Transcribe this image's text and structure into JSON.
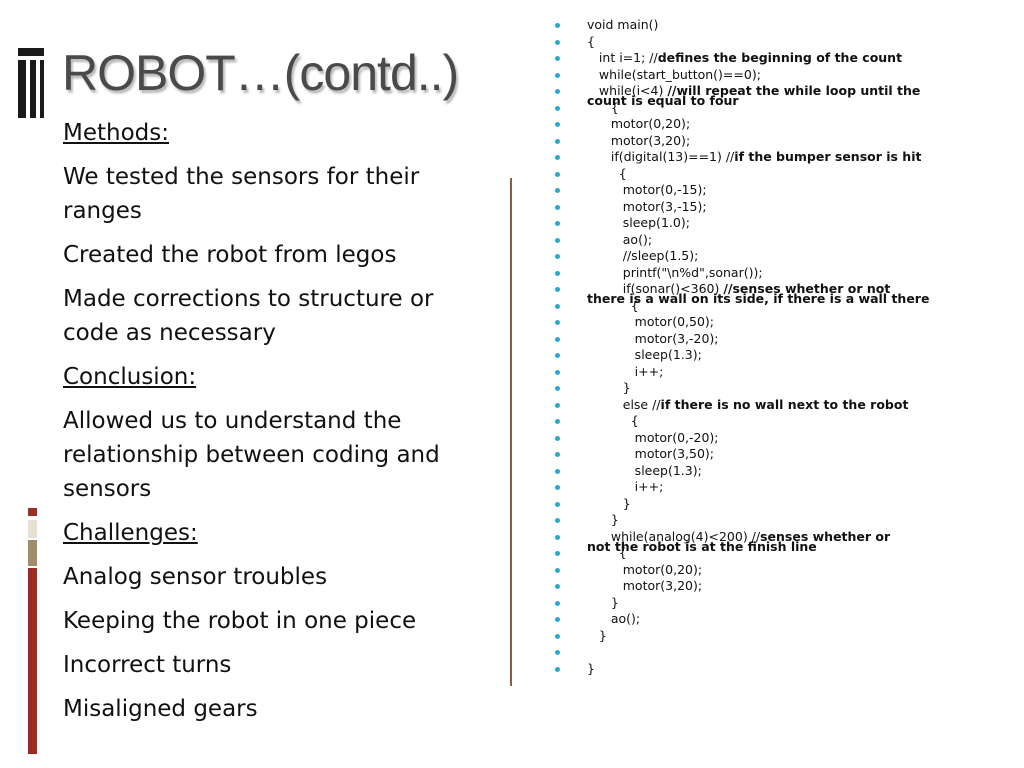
{
  "slide": {
    "title": "ROBOT…(contd..)",
    "accent_colors": {
      "dark_red": "#9b2d24",
      "tan": "#a08e6a",
      "beige": "#e6e0d2",
      "bullet": "#28a8cc",
      "divider": "#8e5a48"
    }
  },
  "left_panel": {
    "items": [
      {
        "text": "Methods:",
        "heading": true
      },
      {
        "text": "We  tested the sensors for their ranges",
        "heading": false
      },
      {
        "text": "Created the robot from legos",
        "heading": false
      },
      {
        "text": "Made corrections to structure or code as necessary",
        "heading": false
      },
      {
        "text": "Conclusion:",
        "heading": true
      },
      {
        "text": "Allowed us to understand the relationship between coding and sensors",
        "heading": false
      },
      {
        "text": "Challenges:",
        "heading": true
      },
      {
        "text": "Analog sensor troubles",
        "heading": false
      },
      {
        "text": "Keeping the robot in one piece",
        "heading": false
      },
      {
        "text": "Incorrect turns",
        "heading": false
      },
      {
        "text": "Misaligned gears",
        "heading": false
      }
    ]
  },
  "code_lines": [
    {
      "code": "void main()"
    },
    {
      "code": "{"
    },
    {
      "code": "   int i=1; //",
      "comment": "defines the beginning of the count"
    },
    {
      "code": "   while(start_button()==0);"
    },
    {
      "code": "   while(i<4) ",
      "comment": "//will repeat the while loop until the",
      "wrap": "count is equal to four"
    },
    {
      "code": "      {"
    },
    {
      "code": "      motor(0,20);"
    },
    {
      "code": "      motor(3,20);"
    },
    {
      "code": "      if(digital(13)==1) //",
      "comment": "if the bumper sensor is hit"
    },
    {
      "code": "        {"
    },
    {
      "code": "         motor(0,-15);"
    },
    {
      "code": "         motor(3,-15);"
    },
    {
      "code": "         sleep(1.0);"
    },
    {
      "code": "         ao();"
    },
    {
      "code": "         //sleep(1.5);"
    },
    {
      "code": "         printf(\"\\n%d\",sonar());"
    },
    {
      "code": "         if(sonar()<360) ",
      "comment": "//senses whether or not",
      "wrap": "there is a wall on its side, if there is a wall there"
    },
    {
      "code": "           {"
    },
    {
      "code": "            motor(0,50);"
    },
    {
      "code": "            motor(3,-20);"
    },
    {
      "code": "            sleep(1.3);"
    },
    {
      "code": "            i++;"
    },
    {
      "code": "         }"
    },
    {
      "code": "         else //",
      "comment": "if there is no wall next to the robot"
    },
    {
      "code": "           {"
    },
    {
      "code": "            motor(0,-20);"
    },
    {
      "code": "            motor(3,50);"
    },
    {
      "code": "            sleep(1.3);"
    },
    {
      "code": "            i++;"
    },
    {
      "code": "         }"
    },
    {
      "code": "      }"
    },
    {
      "code": "      while(analog(4)<200) //",
      "comment": "senses whether or",
      "wrap": "not the robot is at the finish line"
    },
    {
      "code": "        {"
    },
    {
      "code": "         motor(0,20);"
    },
    {
      "code": "         motor(3,20);"
    },
    {
      "code": "      }"
    },
    {
      "code": "      ao();"
    },
    {
      "code": "   }"
    },
    {
      "code": ""
    },
    {
      "code": "}"
    }
  ]
}
